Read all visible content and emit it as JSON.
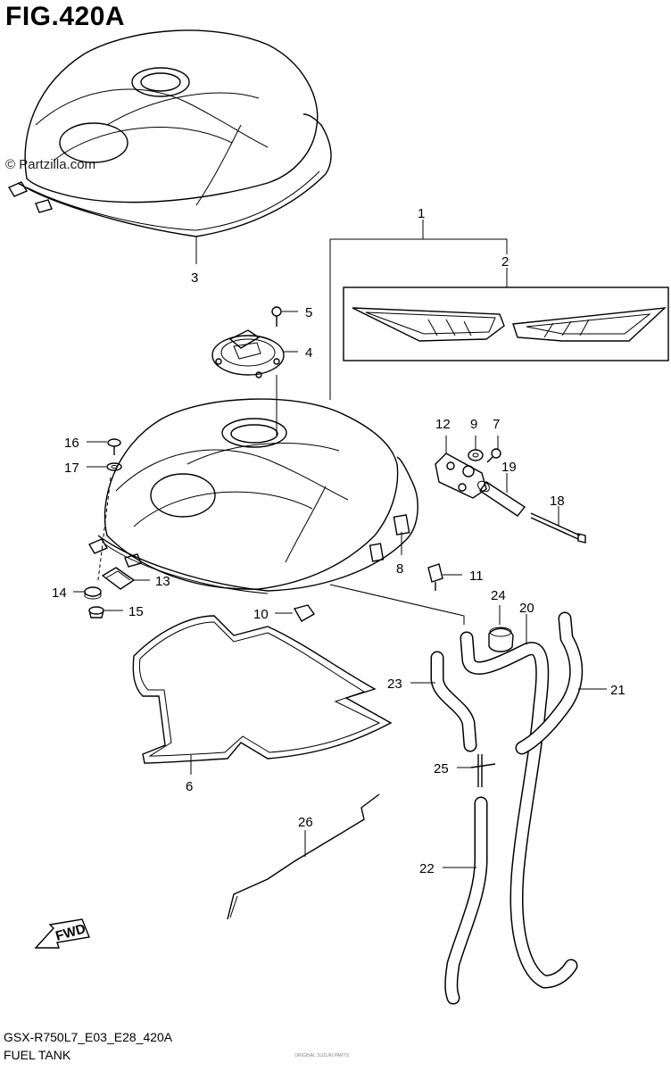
{
  "figure": {
    "title": "FIG.420A",
    "watermark": "© Partzilla.com",
    "model_code": "GSX-R750L7_E03_E28_420A",
    "part_name": "FUEL TANK",
    "fine_print": "ORIGINAL SUZUKI PARTS"
  },
  "fwd_label": "FWD",
  "callouts": {
    "c1": "1",
    "c2": "2",
    "c3": "3",
    "c4": "4",
    "c5": "5",
    "c6": "6",
    "c7": "7",
    "c8": "8",
    "c9": "9",
    "c10": "10",
    "c11": "11",
    "c12": "12",
    "c13": "13",
    "c14": "14",
    "c15": "15",
    "c16": "16",
    "c17": "17",
    "c18": "18",
    "c19": "19",
    "c20": "20",
    "c21": "21",
    "c22": "22",
    "c23": "23",
    "c24": "24",
    "c25": "25",
    "c26": "26"
  }
}
